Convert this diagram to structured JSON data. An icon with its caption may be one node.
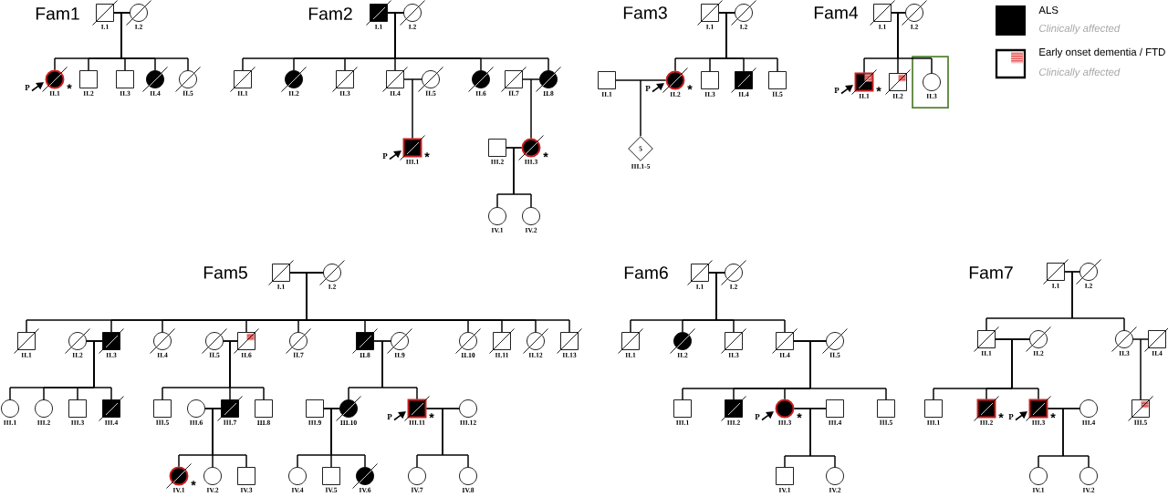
{
  "diagram": {
    "nodes": [
      {
        "text": [],
        "shape": "box",
        "beside": [
          "I.1"
        ]
      },
      {
        "text": [],
        "shape": "circle",
        "beside": [
          "I.2"
        ]
      },
      {
        "text": [],
        "shape": "circle",
        "beside": [
          "II.1",
          "*"
        ]
      },
      {
        "text": [],
        "shape": "box",
        "beside": [
          "II.2"
        ]
      },
      {
        "text": [],
        "shape": "box",
        "beside": [
          "II.3"
        ]
      },
      {
        "text": [],
        "shape": "circle",
        "beside": [
          "II.4"
        ]
      },
      {
        "text": [],
        "shape": "circle",
        "beside": [
          "II.5"
        ]
      },
      {
        "text": [],
        "shape": "box",
        "beside": [
          "I.1"
        ]
      },
      {
        "text": [],
        "shape": "circle",
        "beside": [
          "I.2"
        ]
      },
      {
        "text": [],
        "shape": "box",
        "beside": [
          "II.1"
        ]
      },
      {
        "text": [],
        "shape": "circle",
        "beside": [
          "II.2"
        ]
      },
      {
        "text": [],
        "shape": "box",
        "beside": [
          "II.3"
        ]
      },
      {
        "text": [],
        "shape": "box",
        "beside": [
          "II.4"
        ]
      },
      {
        "text": [],
        "shape": "circle",
        "beside": [
          "II.5"
        ]
      },
      {
        "text": [],
        "shape": "circle",
        "beside": [
          "II.6"
        ]
      },
      {
        "text": [],
        "shape": "box",
        "beside": [
          "II.7"
        ]
      },
      {
        "text": [],
        "shape": "circle",
        "beside": [
          "II.8"
        ]
      },
      {
        "text": [],
        "shape": "box",
        "beside": [
          "III.1",
          "*"
        ]
      },
      {
        "text": [],
        "shape": "box",
        "beside": [
          "III.2"
        ]
      },
      {
        "text": [],
        "shape": "circle",
        "beside": [
          "III.3",
          "*"
        ]
      },
      {
        "text": [],
        "shape": "circle",
        "beside": [
          "IV.1"
        ]
      },
      {
        "text": [],
        "shape": "circle",
        "beside": [
          "IV.2"
        ]
      },
      {
        "text": [],
        "shape": "box",
        "beside": [
          "I.1"
        ]
      },
      {
        "text": [],
        "shape": "circle",
        "beside": [
          "I.2"
        ]
      },
      {
        "text": [],
        "shape": "box",
        "beside": [
          "II.1"
        ]
      },
      {
        "text": [],
        "shape": "circle",
        "beside": [
          "II.2",
          "*"
        ]
      },
      {
        "text": [],
        "shape": "box",
        "beside": [
          "II.3"
        ]
      },
      {
        "text": [],
        "shape": "box",
        "beside": [
          "II.4"
        ]
      },
      {
        "text": [],
        "shape": "box",
        "beside": [
          "II.5"
        ]
      },
      {
        "text": [
          "5"
        ],
        "beside": [
          "III.1-5"
        ]
      },
      {
        "text": [],
        "shape": "box",
        "beside": [
          "I.1"
        ]
      },
      {
        "text": [],
        "shape": "circle",
        "beside": [
          "I.2"
        ]
      },
      {
        "text": [],
        "shape": "box",
        "beside": [
          "II.1",
          "*"
        ]
      },
      {
        "text": [],
        "shape": "box",
        "beside": [
          "II.2"
        ]
      },
      {
        "text": [],
        "shape": "box"
      },
      {
        "text": [],
        "shape": "circle",
        "in": 34,
        "beside": [
          "II.3"
        ]
      },
      {
        "text": [],
        "shape": "box",
        "beside": [
          "I.1"
        ]
      },
      {
        "text": [],
        "shape": "circle",
        "beside": [
          "I.2"
        ]
      },
      {
        "text": [],
        "shape": "box",
        "beside": [
          "II.1"
        ]
      },
      {
        "text": [],
        "shape": "circle",
        "beside": [
          "II.2"
        ]
      },
      {
        "text": [],
        "shape": "box",
        "beside": [
          "II.3"
        ]
      },
      {
        "text": [],
        "shape": "circle",
        "beside": [
          "II.4"
        ]
      },
      {
        "text": [],
        "shape": "circle",
        "beside": [
          "II.5"
        ]
      },
      {
        "text": [],
        "shape": "box",
        "beside": [
          "II.6"
        ]
      },
      {
        "text": [],
        "shape": "circle",
        "beside": [
          "II.7"
        ]
      },
      {
        "text": [],
        "shape": "box",
        "beside": [
          "II.8"
        ]
      },
      {
        "text": [],
        "shape": "circle",
        "beside": [
          "II.9"
        ]
      },
      {
        "text": [],
        "shape": "circle",
        "beside": [
          "II.10"
        ]
      },
      {
        "text": [],
        "shape": "box",
        "beside": [
          "II.11"
        ]
      },
      {
        "text": [],
        "shape": "circle",
        "beside": [
          "II.12"
        ]
      },
      {
        "text": [],
        "shape": "box",
        "beside": [
          "II.13"
        ]
      },
      {
        "text": [],
        "shape": "circle",
        "beside": [
          "III.1"
        ]
      },
      {
        "text": [],
        "shape": "circle",
        "beside": [
          "III.2"
        ]
      },
      {
        "text": [],
        "shape": "box",
        "beside": [
          "III.3"
        ]
      },
      {
        "text": [],
        "shape": "box",
        "beside": [
          "III.4"
        ]
      },
      {
        "text": [],
        "shape": "box",
        "beside": [
          "III.5"
        ]
      },
      {
        "text": [],
        "shape": "circle",
        "beside": [
          "III.6"
        ]
      },
      {
        "text": [],
        "shape": "box",
        "beside": [
          "III.7"
        ]
      },
      {
        "text": [],
        "shape": "box",
        "beside": [
          "III.8"
        ]
      },
      {
        "text": [],
        "shape": "box",
        "beside": [
          "III.9"
        ]
      },
      {
        "text": [],
        "shape": "circle",
        "beside": [
          "III.10"
        ]
      },
      {
        "text": [],
        "shape": "box",
        "beside": [
          "III.11",
          "*"
        ]
      },
      {
        "text": [],
        "shape": "circle",
        "beside": [
          "III.12"
        ]
      },
      {
        "text": [],
        "shape": "circle",
        "beside": [
          "IV.1",
          "*"
        ]
      },
      {
        "text": [],
        "shape": "circle",
        "beside": [
          "IV.2"
        ]
      },
      {
        "text": [],
        "shape": "box",
        "beside": [
          "IV.3"
        ]
      },
      {
        "text": [],
        "shape": "circle",
        "beside": [
          "IV.4"
        ]
      },
      {
        "text": [],
        "shape": "box",
        "beside": [
          "IV.5"
        ]
      },
      {
        "text": [],
        "shape": "circle",
        "beside": [
          "IV.6"
        ]
      },
      {
        "text": [],
        "shape": "circle",
        "beside": [
          "IV.7"
        ]
      },
      {
        "text": [],
        "shape": "circle",
        "beside": [
          "IV.8"
        ]
      },
      {
        "text": [],
        "shape": "box",
        "beside": [
          "I.1"
        ]
      },
      {
        "text": [],
        "shape": "circle",
        "beside": [
          "I.2"
        ]
      },
      {
        "text": [],
        "shape": "box",
        "beside": [
          "II.1"
        ]
      },
      {
        "text": [],
        "shape": "circle",
        "beside": [
          "II.2"
        ]
      },
      {
        "text": [],
        "shape": "box",
        "beside": [
          "II.3"
        ]
      },
      {
        "text": [],
        "shape": "box",
        "beside": [
          "II.4"
        ]
      },
      {
        "text": [],
        "shape": "circle",
        "beside": [
          "II.5"
        ]
      },
      {
        "text": [],
        "shape": "box",
        "beside": [
          "III.1"
        ]
      },
      {
        "text": [],
        "shape": "box",
        "beside": [
          "III.2"
        ]
      },
      {
        "text": [],
        "shape": "circle",
        "beside": [
          "III.3",
          "*"
        ]
      },
      {
        "text": [],
        "shape": "box",
        "beside": [
          "III.4"
        ]
      },
      {
        "text": [],
        "shape": "box",
        "beside": [
          "III.5"
        ]
      },
      {
        "text": [],
        "shape": "box",
        "beside": [
          "IV.1"
        ]
      },
      {
        "text": [],
        "shape": "circle",
        "beside": [
          "IV.2"
        ]
      },
      {
        "text": [],
        "shape": "box",
        "beside": [
          "I.1"
        ]
      },
      {
        "text": [],
        "shape": "circle",
        "beside": [
          "I.2"
        ]
      },
      {
        "text": [],
        "shape": "box",
        "beside": [
          "II.1"
        ]
      },
      {
        "text": [],
        "shape": "circle",
        "beside": [
          "II.2"
        ]
      },
      {
        "text": [],
        "shape": "circle",
        "beside": [
          "II.3"
        ]
      },
      {
        "text": [],
        "shape": "box",
        "beside": [
          "II.4"
        ]
      },
      {
        "text": [],
        "shape": "box",
        "beside": [
          "III.1"
        ]
      },
      {
        "text": [],
        "shape": "box",
        "beside": [
          "III.2",
          "*"
        ]
      },
      {
        "text": [],
        "shape": "box",
        "beside": [
          "III.3",
          "*"
        ]
      },
      {
        "text": [],
        "shape": "circle",
        "beside": [
          "III.4"
        ]
      },
      {
        "text": [],
        "shape": "box",
        "beside": [
          "III.5"
        ]
      },
      {
        "text": [],
        "shape": "circle",
        "beside": [
          "IV.1"
        ]
      },
      {
        "text": [],
        "shape": "circle",
        "beside": [
          "IV.2"
        ]
      },
      {
        "text": [
          "P"
        ]
      },
      {
        "text": [
          "P"
        ]
      },
      {
        "text": [
          "P"
        ]
      },
      {
        "text": [
          "P"
        ]
      },
      {
        "text": [
          "P"
        ]
      },
      {
        "text": [
          "P"
        ]
      },
      {
        "text": [
          "P"
        ]
      }
    ],
    "edges": [
      {
        "from": 0,
        "to": 1,
        "arrow": "none"
      },
      {
        "from": 0,
        "to": 2,
        "arrow": "none"
      },
      {
        "from": 0,
        "to": 3,
        "arrow": "none"
      },
      {
        "from": 0,
        "to": 4,
        "arrow": "none"
      },
      {
        "from": 0,
        "to": 5,
        "arrow": "none"
      },
      {
        "from": 0,
        "to": 6,
        "arrow": "none"
      },
      {
        "from": 1,
        "to": 2,
        "arrow": "none"
      },
      {
        "from": 1,
        "to": 3,
        "arrow": "none"
      },
      {
        "from": 1,
        "to": 4,
        "arrow": "none"
      },
      {
        "from": 1,
        "to": 5,
        "arrow": "none"
      },
      {
        "from": 1,
        "to": 6,
        "arrow": "none"
      },
      {
        "from": 7,
        "to": 8,
        "arrow": "none"
      },
      {
        "from": 7,
        "to": 9,
        "arrow": "none"
      },
      {
        "from": 7,
        "to": 10,
        "arrow": "none"
      },
      {
        "from": 7,
        "to": 11,
        "arrow": "none"
      },
      {
        "from": 7,
        "to": 12,
        "arrow": "none"
      },
      {
        "from": 7,
        "to": 14,
        "arrow": "none"
      },
      {
        "from": 7,
        "to": 16,
        "arrow": "none"
      },
      {
        "from": 8,
        "to": 9,
        "arrow": "none"
      },
      {
        "from": 8,
        "to": 10,
        "arrow": "none"
      },
      {
        "from": 8,
        "to": 11,
        "arrow": "none"
      },
      {
        "from": 8,
        "to": 12,
        "arrow": "none"
      },
      {
        "from": 8,
        "to": 14,
        "arrow": "none"
      },
      {
        "from": 8,
        "to": 16,
        "arrow": "none"
      },
      {
        "from": 12,
        "to": 13,
        "arrow": "none"
      },
      {
        "from": 12,
        "to": 17,
        "arrow": "none"
      },
      {
        "from": 13,
        "to": 17,
        "arrow": "none"
      },
      {
        "from": 15,
        "to": 16,
        "arrow": "none"
      },
      {
        "from": 15,
        "to": 19,
        "arrow": "none"
      },
      {
        "from": 16,
        "to": 19,
        "arrow": "none"
      },
      {
        "from": 18,
        "to": 19,
        "arrow": "none"
      },
      {
        "from": 18,
        "to": 20,
        "arrow": "none"
      },
      {
        "from": 18,
        "to": 21,
        "arrow": "none"
      },
      {
        "from": 19,
        "to": 20,
        "arrow": "none"
      },
      {
        "from": 19,
        "to": 21,
        "arrow": "none"
      },
      {
        "from": 22,
        "to": 23,
        "arrow": "none"
      },
      {
        "from": 22,
        "to": 25,
        "arrow": "none"
      },
      {
        "from": 22,
        "to": 26,
        "arrow": "none"
      },
      {
        "from": 22,
        "to": 27,
        "arrow": "none"
      },
      {
        "from": 22,
        "to": 28,
        "arrow": "none"
      },
      {
        "from": 23,
        "to": 25,
        "arrow": "none"
      },
      {
        "from": 23,
        "to": 26,
        "arrow": "none"
      },
      {
        "from": 23,
        "to": 27,
        "arrow": "none"
      },
      {
        "from": 23,
        "to": 28,
        "arrow": "none"
      },
      {
        "from": 24,
        "to": 25,
        "arrow": "none"
      },
      {
        "from": 24,
        "to": 29,
        "arrow": "none"
      },
      {
        "from": 25,
        "to": 29,
        "arrow": "none"
      },
      {
        "from": 30,
        "to": 31,
        "arrow": "none"
      },
      {
        "from": 30,
        "to": 32,
        "arrow": "none"
      },
      {
        "from": 30,
        "to": 33,
        "arrow": "none"
      },
      {
        "from": 30,
        "to": 35,
        "arrow": "none"
      },
      {
        "from": 31,
        "to": 32,
        "arrow": "none"
      },
      {
        "from": 31,
        "to": 33,
        "arrow": "none"
      },
      {
        "from": 31,
        "to": 35,
        "arrow": "none"
      },
      {
        "from": 36,
        "to": 37,
        "arrow": "none"
      },
      {
        "from": 36,
        "to": 38,
        "arrow": "none"
      },
      {
        "from": 36,
        "to": 40,
        "arrow": "none"
      },
      {
        "from": 36,
        "to": 41,
        "arrow": "none"
      },
      {
        "from": 36,
        "to": 43,
        "arrow": "none"
      },
      {
        "from": 36,
        "to": 44,
        "arrow": "none"
      },
      {
        "from": 36,
        "to": 45,
        "arrow": "none"
      },
      {
        "from": 36,
        "to": 47,
        "arrow": "none"
      },
      {
        "from": 36,
        "to": 48,
        "arrow": "none"
      },
      {
        "from": 36,
        "to": 49,
        "arrow": "none"
      },
      {
        "from": 36,
        "to": 50,
        "arrow": "none"
      },
      {
        "from": 37,
        "to": 38,
        "arrow": "none"
      },
      {
        "from": 37,
        "to": 40,
        "arrow": "none"
      },
      {
        "from": 37,
        "to": 41,
        "arrow": "none"
      },
      {
        "from": 37,
        "to": 43,
        "arrow": "none"
      },
      {
        "from": 37,
        "to": 44,
        "arrow": "none"
      },
      {
        "from": 37,
        "to": 45,
        "arrow": "none"
      },
      {
        "from": 37,
        "to": 47,
        "arrow": "none"
      },
      {
        "from": 37,
        "to": 48,
        "arrow": "none"
      },
      {
        "from": 37,
        "to": 49,
        "arrow": "none"
      },
      {
        "from": 37,
        "to": 50,
        "arrow": "none"
      },
      {
        "from": 39,
        "to": 40,
        "arrow": "none"
      },
      {
        "from": 39,
        "to": 51,
        "arrow": "none"
      },
      {
        "from": 39,
        "to": 52,
        "arrow": "none"
      },
      {
        "from": 39,
        "to": 53,
        "arrow": "none"
      },
      {
        "from": 39,
        "to": 54,
        "arrow": "none"
      },
      {
        "from": 40,
        "to": 51,
        "arrow": "none"
      },
      {
        "from": 40,
        "to": 52,
        "arrow": "none"
      },
      {
        "from": 40,
        "to": 53,
        "arrow": "none"
      },
      {
        "from": 40,
        "to": 54,
        "arrow": "none"
      },
      {
        "from": 42,
        "to": 43,
        "arrow": "none"
      },
      {
        "from": 42,
        "to": 55,
        "arrow": "none"
      },
      {
        "from": 42,
        "to": 57,
        "arrow": "none"
      },
      {
        "from": 42,
        "to": 58,
        "arrow": "none"
      },
      {
        "from": 43,
        "to": 55,
        "arrow": "none"
      },
      {
        "from": 43,
        "to": 57,
        "arrow": "none"
      },
      {
        "from": 43,
        "to": 58,
        "arrow": "none"
      },
      {
        "from": 45,
        "to": 46,
        "arrow": "none"
      },
      {
        "from": 45,
        "to": 60,
        "arrow": "none"
      },
      {
        "from": 45,
        "to": 61,
        "arrow": "none"
      },
      {
        "from": 46,
        "to": 60,
        "arrow": "none"
      },
      {
        "from": 46,
        "to": 61,
        "arrow": "none"
      },
      {
        "from": 56,
        "to": 57,
        "arrow": "none"
      },
      {
        "from": 56,
        "to": 63,
        "arrow": "none"
      },
      {
        "from": 56,
        "to": 64,
        "arrow": "none"
      },
      {
        "from": 56,
        "to": 65,
        "arrow": "none"
      },
      {
        "from": 57,
        "to": 63,
        "arrow": "none"
      },
      {
        "from": 57,
        "to": 64,
        "arrow": "none"
      },
      {
        "from": 57,
        "to": 65,
        "arrow": "none"
      },
      {
        "from": 59,
        "to": 60,
        "arrow": "none"
      },
      {
        "from": 59,
        "to": 66,
        "arrow": "none"
      },
      {
        "from": 59,
        "to": 67,
        "arrow": "none"
      },
      {
        "from": 59,
        "to": 68,
        "arrow": "none"
      },
      {
        "from": 60,
        "to": 66,
        "arrow": "none"
      },
      {
        "from": 60,
        "to": 67,
        "arrow": "none"
      },
      {
        "from": 60,
        "to": 68,
        "arrow": "none"
      },
      {
        "from": 61,
        "to": 62,
        "arrow": "none"
      },
      {
        "from": 61,
        "to": 69,
        "arrow": "none"
      },
      {
        "from": 61,
        "to": 70,
        "arrow": "none"
      },
      {
        "from": 62,
        "to": 69,
        "arrow": "none"
      },
      {
        "from": 62,
        "to": 70,
        "arrow": "none"
      },
      {
        "from": 71,
        "to": 72,
        "arrow": "none"
      },
      {
        "from": 71,
        "to": 73,
        "arrow": "none"
      },
      {
        "from": 71,
        "to": 74,
        "arrow": "none"
      },
      {
        "from": 71,
        "to": 75,
        "arrow": "none"
      },
      {
        "from": 71,
        "to": 76,
        "arrow": "none"
      },
      {
        "from": 72,
        "to": 73,
        "arrow": "none"
      },
      {
        "from": 72,
        "to": 74,
        "arrow": "none"
      },
      {
        "from": 72,
        "to": 75,
        "arrow": "none"
      },
      {
        "from": 72,
        "to": 76,
        "arrow": "none"
      },
      {
        "from": 76,
        "to": 77,
        "arrow": "none"
      },
      {
        "from": 76,
        "to": 78,
        "arrow": "none"
      },
      {
        "from": 76,
        "to": 79,
        "arrow": "none"
      },
      {
        "from": 76,
        "to": 80,
        "arrow": "none"
      },
      {
        "from": 76,
        "to": 82,
        "arrow": "none"
      },
      {
        "from": 77,
        "to": 78,
        "arrow": "none"
      },
      {
        "from": 77,
        "to": 79,
        "arrow": "none"
      },
      {
        "from": 77,
        "to": 80,
        "arrow": "none"
      },
      {
        "from": 77,
        "to": 82,
        "arrow": "none"
      },
      {
        "from": 80,
        "to": 81,
        "arrow": "none"
      },
      {
        "from": 80,
        "to": 83,
        "arrow": "none"
      },
      {
        "from": 80,
        "to": 84,
        "arrow": "none"
      },
      {
        "from": 81,
        "to": 83,
        "arrow": "none"
      },
      {
        "from": 81,
        "to": 84,
        "arrow": "none"
      },
      {
        "from": 85,
        "to": 86,
        "arrow": "none"
      },
      {
        "from": 85,
        "to": 87,
        "arrow": "none"
      },
      {
        "from": 85,
        "to": 89,
        "arrow": "none"
      },
      {
        "from": 86,
        "to": 87,
        "arrow": "none"
      },
      {
        "from": 86,
        "to": 89,
        "arrow": "none"
      },
      {
        "from": 87,
        "to": 88,
        "arrow": "none"
      },
      {
        "from": 87,
        "to": 91,
        "arrow": "none"
      },
      {
        "from": 87,
        "to": 92,
        "arrow": "none"
      },
      {
        "from": 87,
        "to": 93,
        "arrow": "none"
      },
      {
        "from": 88,
        "to": 91,
        "arrow": "none"
      },
      {
        "from": 88,
        "to": 92,
        "arrow": "none"
      },
      {
        "from": 88,
        "to": 93,
        "arrow": "none"
      },
      {
        "from": 89,
        "to": 90,
        "arrow": "none"
      },
      {
        "from": 89,
        "to": 95,
        "arrow": "none"
      },
      {
        "from": 90,
        "to": 95,
        "arrow": "none"
      },
      {
        "from": 93,
        "to": 94,
        "arrow": "none"
      },
      {
        "from": 93,
        "to": 96,
        "arrow": "none"
      },
      {
        "from": 93,
        "to": 97,
        "arrow": "none"
      },
      {
        "from": 94,
        "to": 96,
        "arrow": "none"
      },
      {
        "from": 94,
        "to": 97,
        "arrow": "none"
      },
      {
        "from": 98,
        "to": 2,
        "arrow": "to"
      },
      {
        "from": 99,
        "to": 17,
        "arrow": "to"
      },
      {
        "from": 100,
        "to": 25,
        "arrow": "to"
      },
      {
        "from": 101,
        "to": 32,
        "arrow": "to"
      },
      {
        "from": 102,
        "to": 61,
        "arrow": "to"
      },
      {
        "from": 103,
        "to": 80,
        "arrow": "to"
      },
      {
        "from": 104,
        "to": 93,
        "arrow": "to"
      }
    ],
    "labels": [
      "Fam1",
      "Fam2",
      "Fam3",
      "Fam4",
      "Fam5",
      "Fam6",
      "Fam7",
      "Clinically affected",
      "Clinically affected"
    ],
    "legend": [
      {
        "text": "ALS",
        "color": "#000000"
      },
      {
        "text": "Early onset dementia / FTD"
      }
    ]
  }
}
